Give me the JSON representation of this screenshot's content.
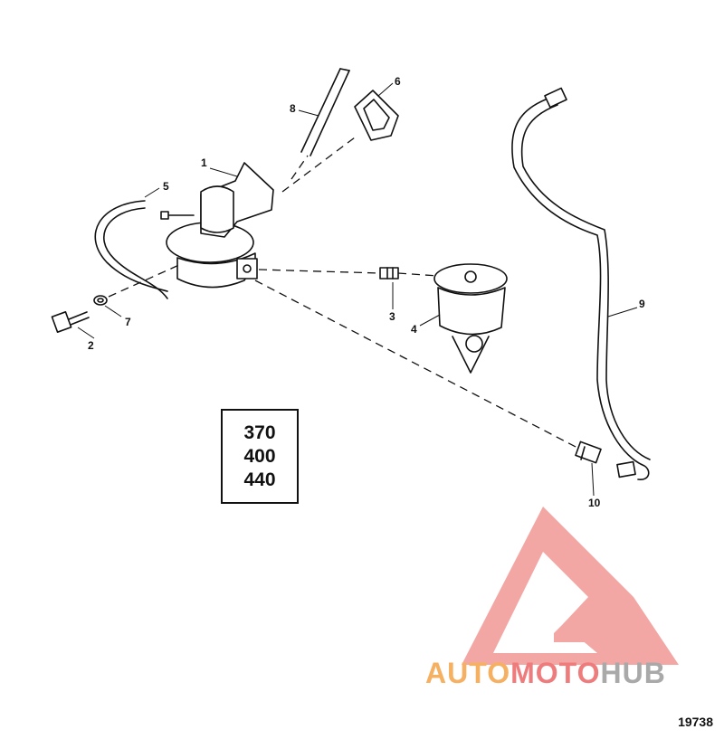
{
  "callouts": {
    "c1": "1",
    "c2": "2",
    "c3": "3",
    "c4": "4",
    "c5": "5",
    "c6": "6",
    "c7": "7",
    "c8": "8",
    "c9": "9",
    "c10": "10"
  },
  "models": [
    "370",
    "400",
    "440"
  ],
  "watermark": {
    "part1": "AUTO",
    "part2": "MOTO",
    "part3": "HUB",
    "logo_color": "#f08a86"
  },
  "drawing_number": "19738"
}
